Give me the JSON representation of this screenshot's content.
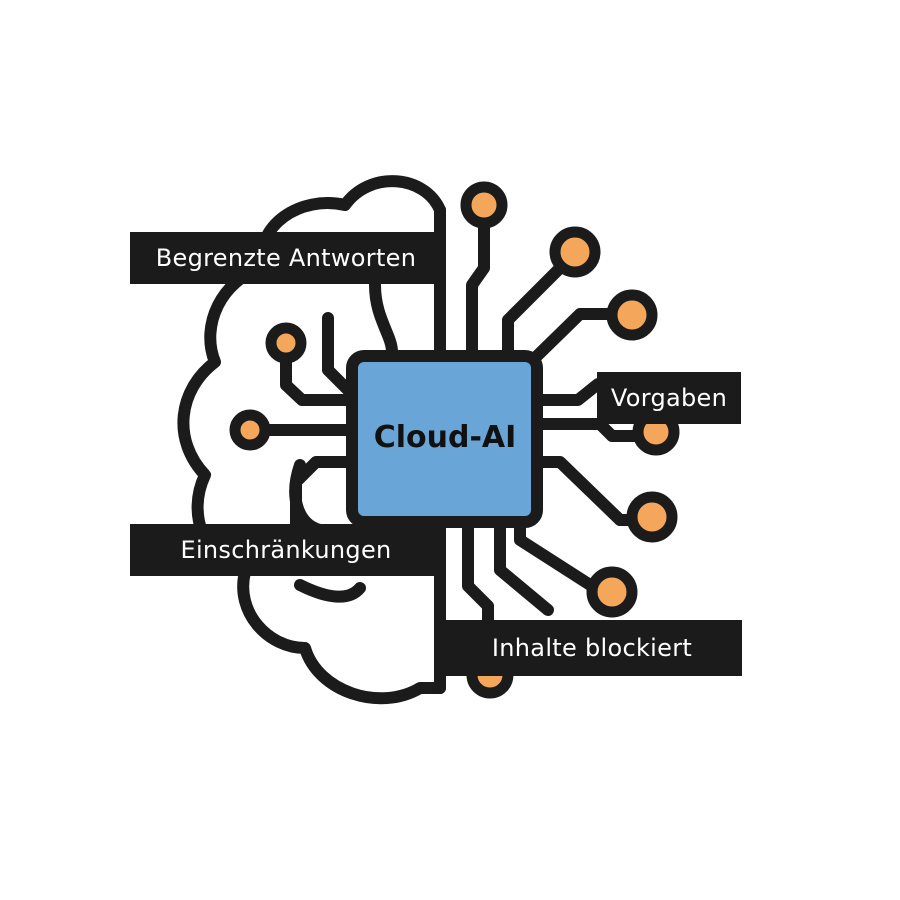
{
  "colors": {
    "stroke": "#1b1b1b",
    "chip_fill": "#6aa5d8",
    "node_fill": "#f4a75a",
    "label_bg": "#1b1b1b",
    "label_text": "#ffffff",
    "background": "#ffffff"
  },
  "chip": {
    "label": "Cloud-AI"
  },
  "labels": {
    "top_left": "Begrenzte Antworten",
    "right": "Vorgaben",
    "left": "Einschränkungen",
    "bottom_right": "Inhalte blockiert"
  },
  "icons": [
    "brain-outline-icon",
    "circuit-traces-icon",
    "cpu-chip-icon"
  ]
}
